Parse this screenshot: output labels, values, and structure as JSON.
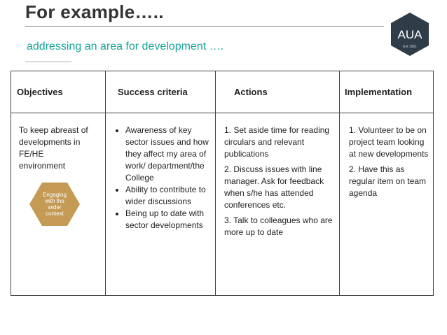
{
  "slide": {
    "title": "For example…..",
    "subtitle": "addressing an area for development …."
  },
  "logo": {
    "name": "AUA",
    "tagline": "Est 1961",
    "color": "#2e3d48"
  },
  "table": {
    "headers": [
      "Objectives",
      "Success criteria",
      "Actions",
      "Implementation"
    ],
    "objectives": "To keep abreast of developments in FE/HE environment",
    "badge": {
      "lines": [
        "Engaging",
        "with the",
        "wider",
        "context"
      ],
      "color": "#c49a55"
    },
    "success_criteria": [
      "Awareness of key sector issues and how they affect my area of work/ department/the College",
      "Ability to contribute to wider discussions",
      "Being up to date with sector developments"
    ],
    "actions": [
      "1. Set aside time for reading circulars and relevant publications",
      "2. Discuss issues with line manager. Ask for feedback when s/he has attended conferences etc.",
      "3. Talk to colleagues who are more up to date"
    ],
    "implementation": [
      "1. Volunteer to be on project team looking at new developments",
      "2. Have this as regular item on team agenda"
    ]
  }
}
